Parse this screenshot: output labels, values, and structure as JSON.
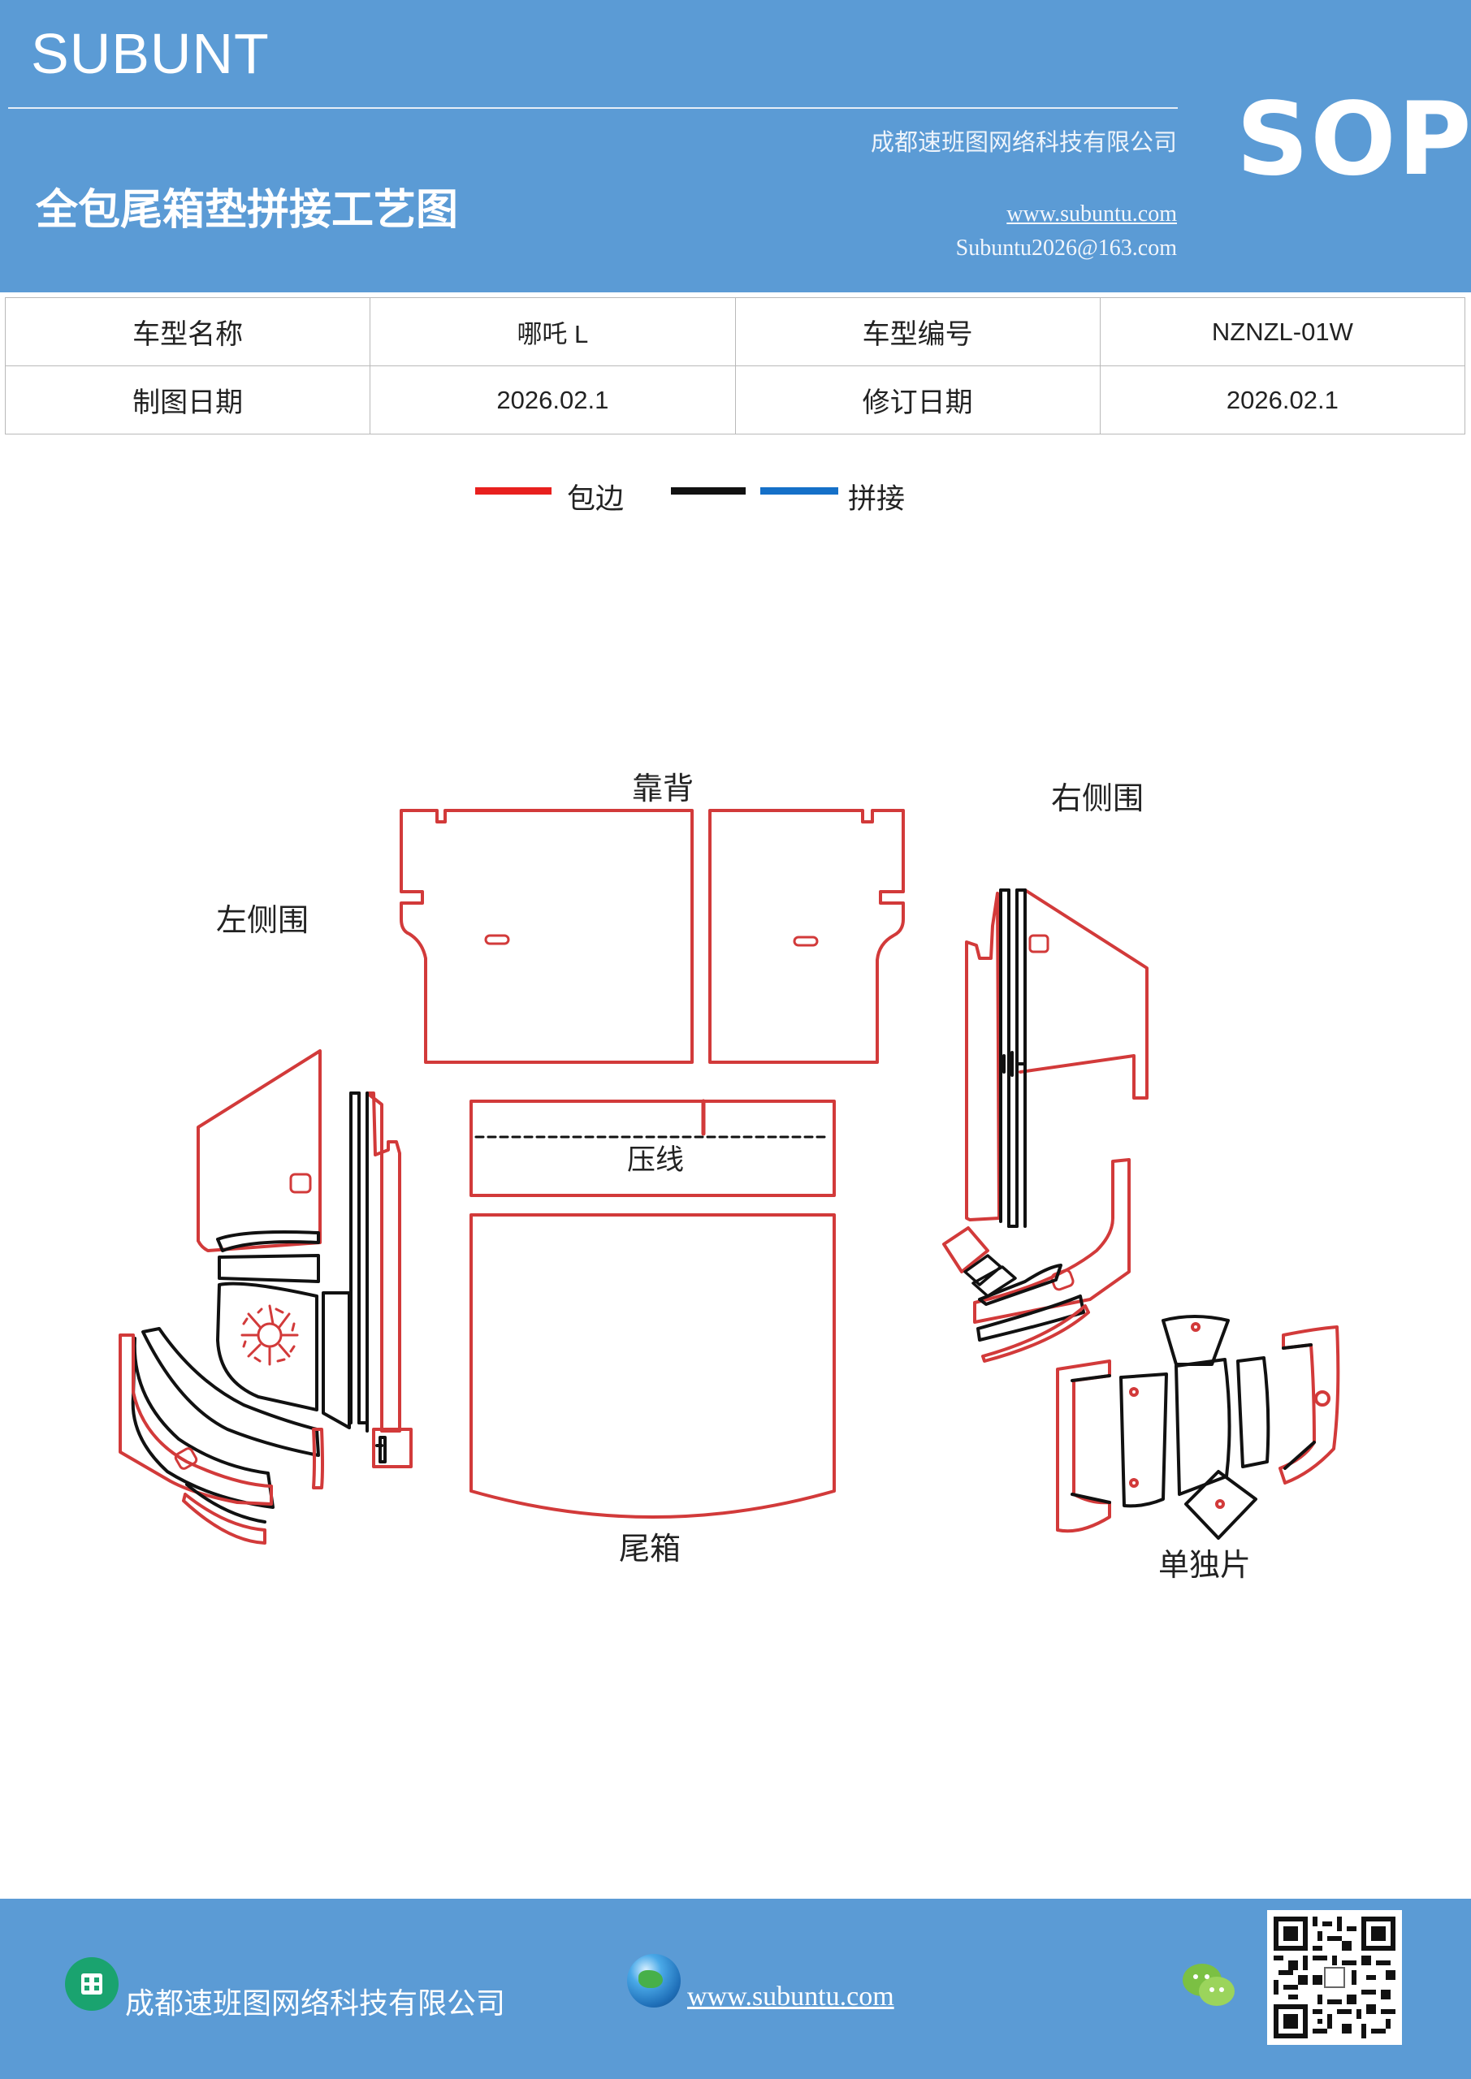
{
  "header": {
    "brand": "SUBUNT",
    "company": "成都速班图网络科技有限公司",
    "title": "全包尾箱垫拼接工艺图",
    "website": "www.subuntu.com",
    "email": "Subuntu2026@163.com",
    "badge": "SOP",
    "background_color": "#5b9bd5"
  },
  "info_table": {
    "rows": [
      {
        "label1": "车型名称",
        "value1": "哪吒 L",
        "label2": "车型编号",
        "value2": "NZNZL-01W"
      },
      {
        "label1": "制图日期",
        "value1": "2026.02.1",
        "label2": "修订日期",
        "value2": "2026.02.1"
      }
    ]
  },
  "legend": {
    "items": [
      {
        "color": "#e8201e",
        "label": "包边"
      },
      {
        "color": "#111111",
        "label": ""
      },
      {
        "color": "#1570c8",
        "label": "拼接"
      }
    ]
  },
  "diagram": {
    "labels": {
      "backrest": "靠背",
      "right_side": "右侧围",
      "left_side": "左侧围",
      "press_line": "压线",
      "trunk": "尾箱",
      "single_pieces": "单独片"
    },
    "colors": {
      "edge_binding": "#d23a3a",
      "piece_outline": "#111111",
      "splice": "#1570c8"
    }
  },
  "footer": {
    "company": "成都速班图网络科技有限公司",
    "website": "www.subuntu.com",
    "icons": [
      "building-icon",
      "globe-icon",
      "wechat-icon",
      "qr-code-icon"
    ]
  }
}
